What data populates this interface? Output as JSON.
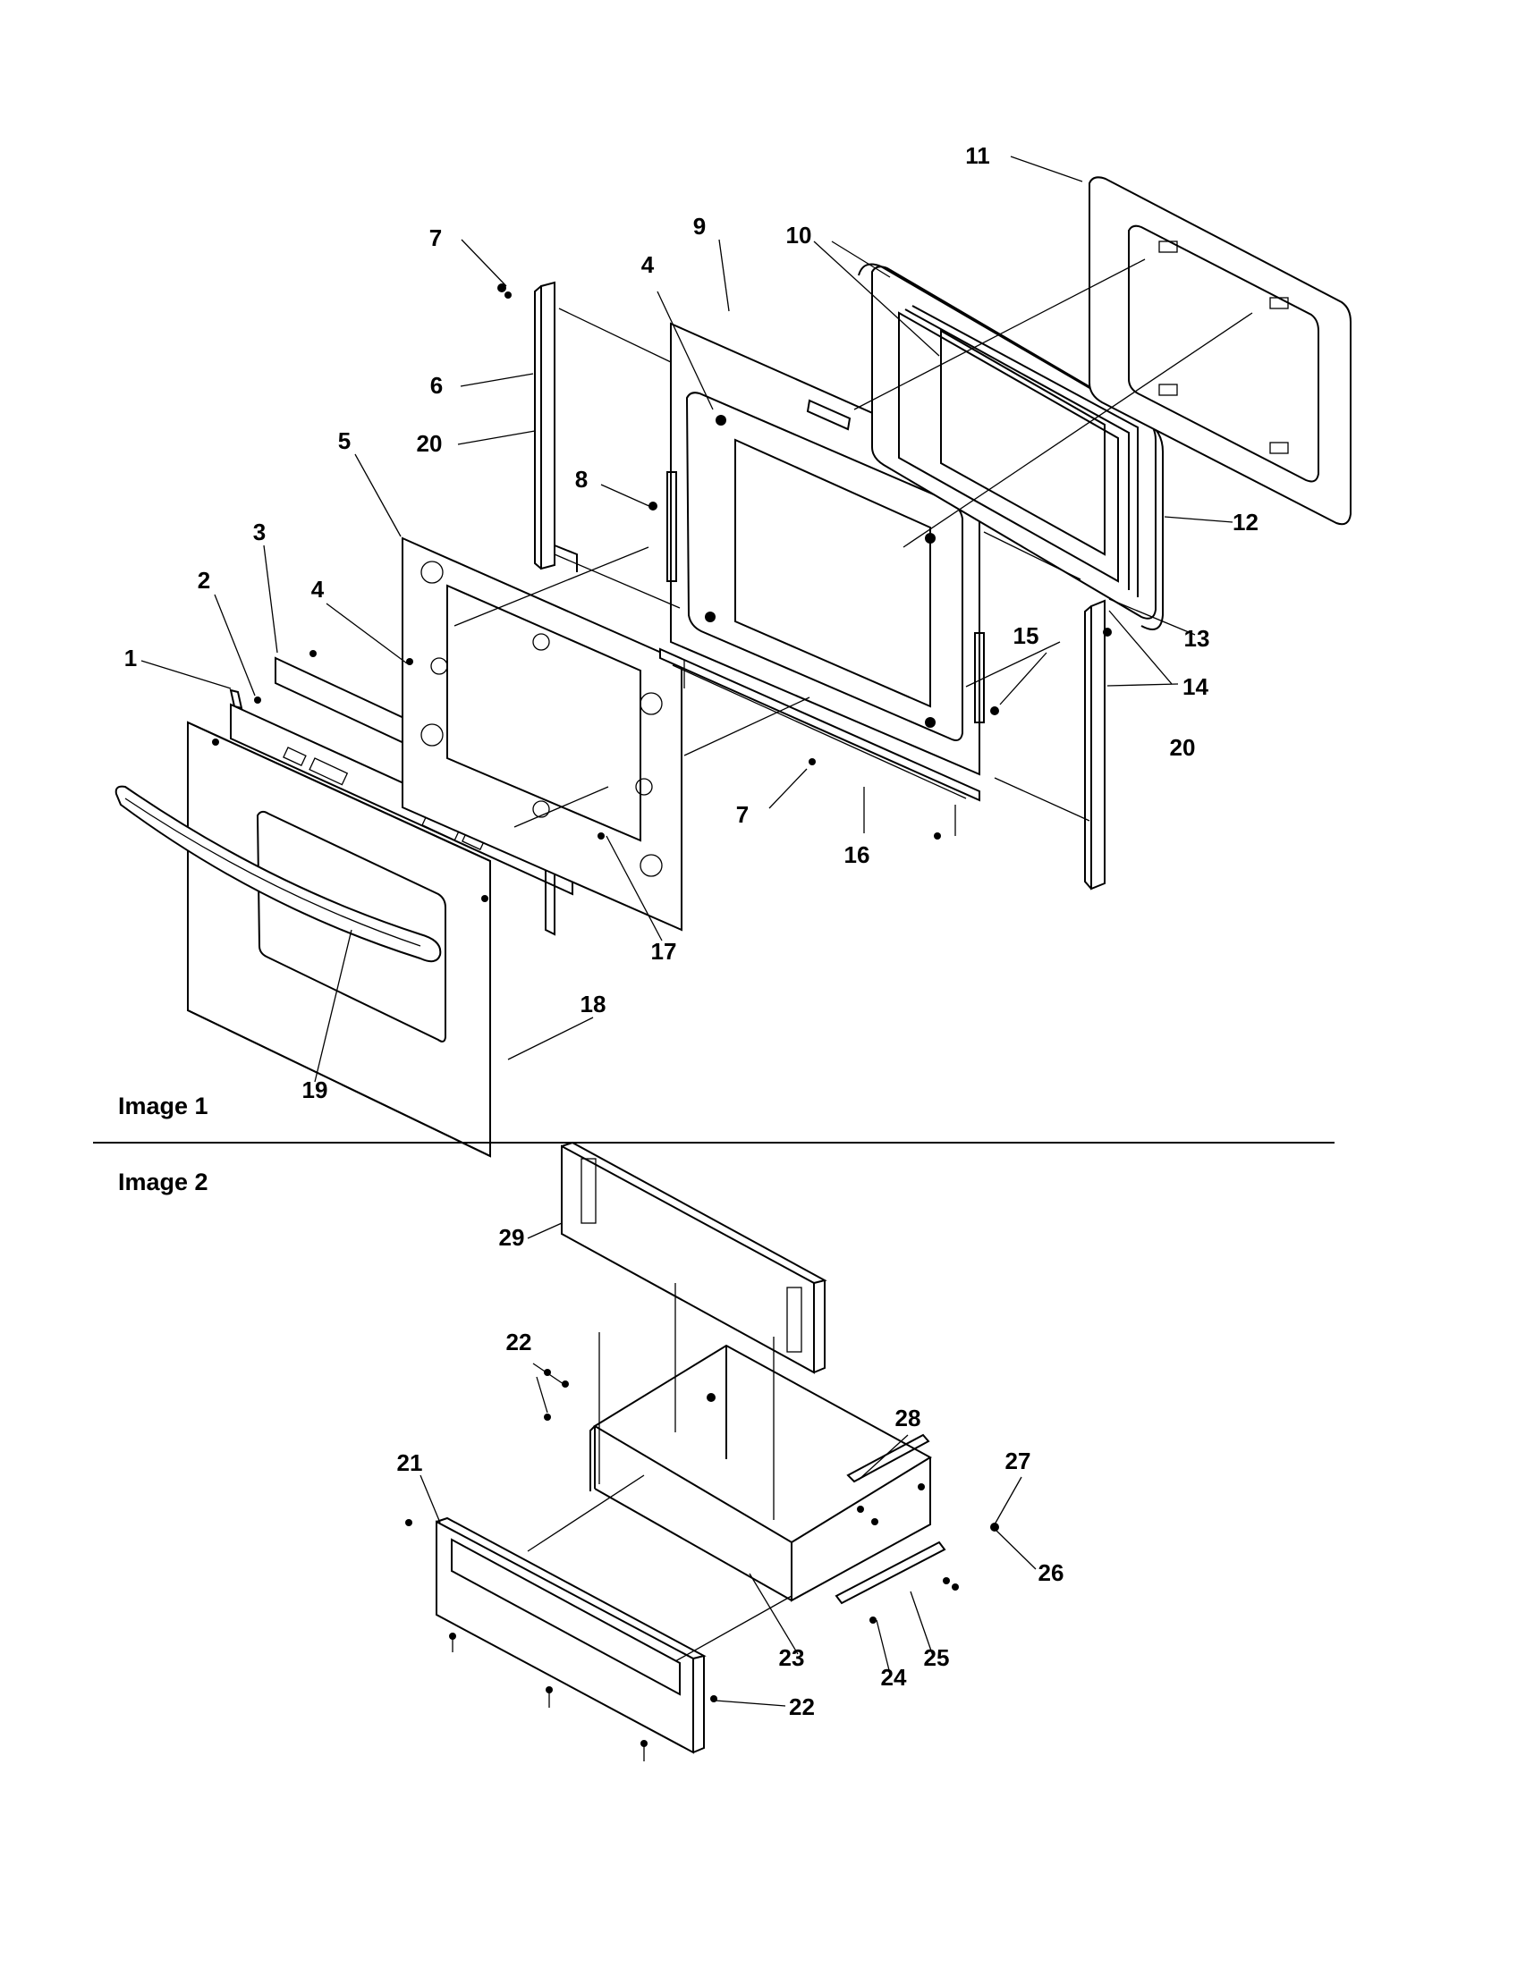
{
  "colors": {
    "ink": "#000000",
    "paper": "#ffffff"
  },
  "image1": {
    "caption": "Image 1",
    "callouts": [
      "1",
      "2",
      "3",
      "4",
      "4",
      "5",
      "6",
      "7",
      "7",
      "8",
      "9",
      "10",
      "11",
      "12",
      "13",
      "14",
      "15",
      "16",
      "17",
      "18",
      "19",
      "20",
      "20"
    ]
  },
  "image2": {
    "caption": "Image 2",
    "callouts": [
      "21",
      "22",
      "22",
      "23",
      "24",
      "25",
      "26",
      "27",
      "28",
      "29"
    ]
  }
}
